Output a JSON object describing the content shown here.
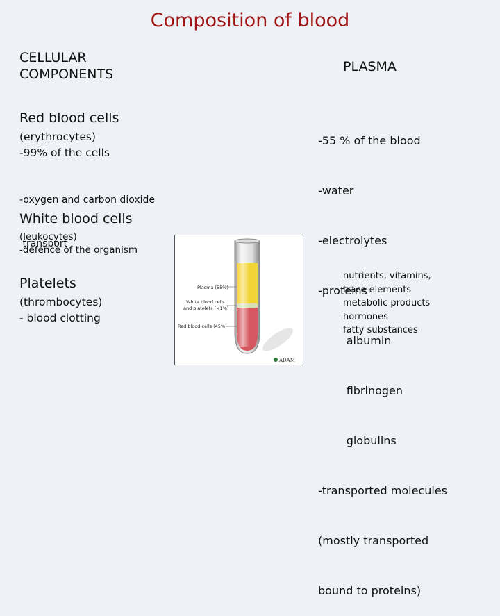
{
  "title": "Composition of blood",
  "left": {
    "heading_lines": [
      "CELLULAR",
      "COMPONENTS"
    ],
    "red": {
      "heading": "Red blood cells",
      "lines": [
        "(erythrocytes)",
        "-99% of the cells"
      ],
      "note_lines": [
        "-oxygen and carbon dioxide",
        " transport"
      ]
    },
    "white": {
      "heading": "White blood cells",
      "lines": [
        "(leukocytes)",
        "-defence of the organism"
      ]
    },
    "platelets": {
      "heading": "Platelets",
      "lines": [
        "(thrombocytes)",
        "- blood clotting"
      ]
    }
  },
  "right": {
    "heading": "PLASMA",
    "lines": [
      "-55 % of the blood",
      "-water",
      "-electrolytes",
      "-proteins",
      "        albumin",
      "        fibrinogen",
      "        globulins",
      "-transported molecules",
      "(mostly transported",
      "bound to proteins)"
    ],
    "small_lines": [
      "nutrients, vitamins,",
      "trace elements",
      "metabolic products",
      "hormones",
      "fatty substances"
    ]
  },
  "figure": {
    "labels": [
      "Plasma (55%)",
      "White blood cells",
      "and platelets (<1%)",
      "Red blood cells (45%)"
    ],
    "logo": "ADAM",
    "colors": {
      "plasma": "#f3d436",
      "buffy": "#d8dfb0",
      "red": "#d4585f",
      "tube": "#b8b8b8"
    }
  }
}
